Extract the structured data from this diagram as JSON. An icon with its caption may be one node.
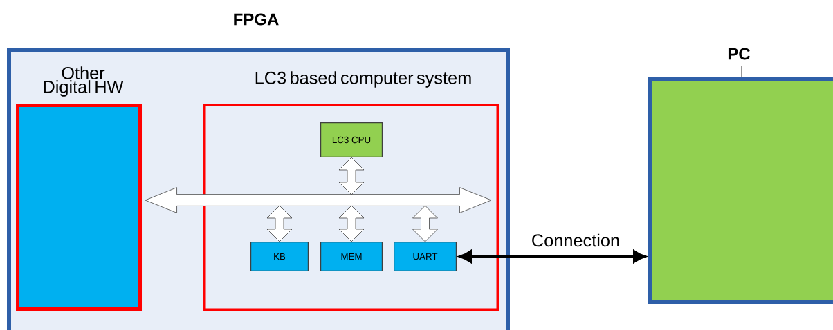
{
  "diagram": {
    "nodes": [
      {
        "text": [
          "FPGA"
        ]
      },
      {
        "text": [
          "Other Digital HW"
        ],
        "in": 0
      },
      {
        "text": [
          "LC3 based computer system"
        ],
        "in": 0
      },
      {
        "text": [
          "LC3 CPU"
        ],
        "in": 2
      },
      {
        "text": [],
        "shape": "bar",
        "in": 0
      },
      {
        "text": [
          "KB"
        ],
        "in": 2
      },
      {
        "text": [
          "MEM"
        ],
        "in": 2
      },
      {
        "text": [
          "UART"
        ],
        "in": 2
      },
      {
        "text": [
          "PC"
        ]
      }
    ],
    "edges": [
      {
        "from": 3,
        "to": 4,
        "arrow": "both"
      },
      {
        "from": 4,
        "to": 5,
        "arrow": "both"
      },
      {
        "from": 4,
        "to": 6,
        "arrow": "both"
      },
      {
        "from": 4,
        "to": 7,
        "arrow": "both"
      },
      {
        "from": 7,
        "to": 8,
        "arrow": "both",
        "label": "Connection"
      }
    ]
  }
}
